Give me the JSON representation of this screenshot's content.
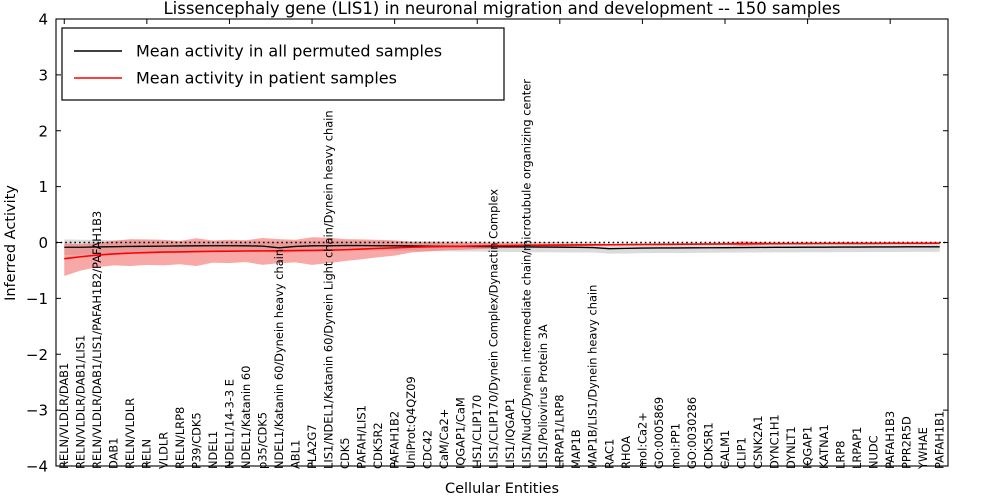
{
  "chart_data": {
    "type": "line",
    "title": "Lissencephaly gene (LIS1) in neuronal migration and development -- 150 samples",
    "xlabel": "Cellular Entities",
    "ylabel": "Inferred Activity",
    "ylim": [
      -4,
      4
    ],
    "yticks": [
      -4,
      -3,
      -2,
      -1,
      0,
      1,
      2,
      3,
      4
    ],
    "ytick_labels": [
      "−4",
      "−3",
      "−2",
      "−1",
      "0",
      "1",
      "2",
      "3",
      "4"
    ],
    "grid": false,
    "legend_position": "upper left",
    "legend": [
      {
        "label": "Mean activity in all permuted samples",
        "color": "#000000"
      },
      {
        "label": "Mean activity in patient samples",
        "color": "#ff0000"
      }
    ],
    "categories": [
      "RELN/VLDLR/DAB1",
      "RELN/VLDLR/DAB1/LIS1",
      "RELN/VLDLR/DAB1/LIS1/PAFAH1B2/PAFAH1B3",
      "DAB1",
      "RELN/VLDLR",
      "RELN",
      "VLDLR",
      "RELN/LRP8",
      "P39/CDK5",
      "NDEL1",
      "NDEL1/14-3-3 E",
      "NDEL1/Katanin 60",
      "p35/CDK5",
      "NDEL1/Katanin 60/Dynein heavy chain",
      "ABL1",
      "PLA2G7",
      "LIS1/NDEL1/Katanin 60/Dynein Light chain/Dynein heavy chain",
      "CDK5",
      "PAFAH/LIS1",
      "CDK5R2",
      "PAFAH1B2",
      "UniProt:Q4QZ09",
      "CDC42",
      "CaM/Ca2+",
      "IQGAP1/CaM",
      "LIS1/CLIP170",
      "LIS1/CLIP170/Dynein Complex/Dynactin Complex",
      "LIS1/IQGAP1",
      "LIS1/NudC/Dynein intermediate chain/microtubule organizing center",
      "LIS1/Poliovirus Protein 3A",
      "LRPAP1/LRP8",
      "MAP1B",
      "MAP1B/LIS1/Dynein heavy chain",
      "RAC1",
      "RHOA",
      "mol:Ca2+",
      "GO:0005869",
      "mol:PP1",
      "GO:0030286",
      "CDK5R1",
      "CALM1",
      "CLIP1",
      "CSNK2A1",
      "DYNC1H1",
      "DYNLT1",
      "IQGAP1",
      "KATNA1",
      "LRP8",
      "LRPAP1",
      "NUDC",
      "PAFAH1B3",
      "PPR2R5D",
      "YWHAE",
      "PAFAH1B1"
    ],
    "series": [
      {
        "name": "Mean activity in all permuted samples",
        "color": "#000000",
        "band_color": "#bdbdbd",
        "values": [
          -0.085,
          -0.085,
          -0.08,
          -0.075,
          -0.07,
          -0.068,
          -0.065,
          -0.062,
          -0.06,
          -0.058,
          -0.058,
          -0.06,
          -0.065,
          -0.095,
          -0.07,
          -0.06,
          -0.058,
          -0.055,
          -0.055,
          -0.058,
          -0.06,
          -0.062,
          -0.065,
          -0.068,
          -0.07,
          -0.072,
          -0.075,
          -0.078,
          -0.08,
          -0.082,
          -0.084,
          -0.086,
          -0.09,
          -0.11,
          -0.105,
          -0.1,
          -0.098,
          -0.098,
          -0.096,
          -0.094,
          -0.092,
          -0.09,
          -0.088,
          -0.086,
          -0.086,
          -0.084,
          -0.084,
          -0.082,
          -0.082,
          -0.08,
          -0.08,
          -0.078,
          -0.078,
          -0.078
        ],
        "band_upper": [
          0.055,
          0.05,
          0.045,
          0.042,
          0.038,
          0.035,
          0.032,
          0.03,
          0.028,
          0.026,
          0.026,
          0.028,
          0.03,
          0.01,
          0.028,
          0.03,
          0.032,
          0.032,
          0.032,
          0.03,
          0.028,
          0.026,
          0.024,
          0.022,
          0.02,
          0.018,
          0.016,
          0.014,
          0.012,
          0.01,
          0.008,
          0.006,
          0.0,
          -0.02,
          -0.014,
          -0.01,
          -0.008,
          -0.008,
          -0.006,
          -0.004,
          -0.002,
          0.0,
          0.002,
          0.004,
          0.004,
          0.006,
          0.006,
          0.008,
          0.008,
          0.01,
          0.01,
          0.012,
          0.012,
          0.012
        ],
        "band_lower": [
          -0.225,
          -0.22,
          -0.205,
          -0.192,
          -0.178,
          -0.171,
          -0.162,
          -0.154,
          -0.148,
          -0.142,
          -0.142,
          -0.148,
          -0.16,
          -0.2,
          -0.168,
          -0.15,
          -0.148,
          -0.142,
          -0.142,
          -0.146,
          -0.148,
          -0.15,
          -0.154,
          -0.158,
          -0.16,
          -0.162,
          -0.166,
          -0.17,
          -0.172,
          -0.174,
          -0.176,
          -0.178,
          -0.18,
          -0.2,
          -0.196,
          -0.19,
          -0.188,
          -0.188,
          -0.186,
          -0.184,
          -0.182,
          -0.18,
          -0.178,
          -0.176,
          -0.176,
          -0.174,
          -0.174,
          -0.172,
          -0.172,
          -0.17,
          -0.17,
          -0.168,
          -0.168,
          -0.168
        ]
      },
      {
        "name": "Mean activity in patient samples",
        "color": "#ff0000",
        "band_color": "#f4726f",
        "values": [
          -0.29,
          -0.255,
          -0.225,
          -0.205,
          -0.19,
          -0.18,
          -0.172,
          -0.168,
          -0.162,
          -0.158,
          -0.155,
          -0.152,
          -0.15,
          -0.148,
          -0.145,
          -0.142,
          -0.138,
          -0.13,
          -0.118,
          -0.105,
          -0.095,
          -0.085,
          -0.078,
          -0.072,
          -0.068,
          -0.062,
          -0.058,
          -0.054,
          -0.05,
          -0.048,
          -0.046,
          -0.044,
          -0.042,
          -0.04,
          -0.038,
          -0.036,
          -0.034,
          -0.032,
          -0.03,
          -0.028,
          -0.026,
          -0.024,
          -0.022,
          -0.021,
          -0.02,
          -0.019,
          -0.018,
          -0.017,
          -0.016,
          -0.016,
          -0.015,
          -0.014,
          -0.014,
          -0.013
        ],
        "band_upper": [
          -0.02,
          -0.03,
          -0.01,
          0.03,
          0.06,
          0.055,
          0.05,
          0.03,
          0.075,
          0.035,
          0.05,
          0.04,
          0.08,
          0.06,
          0.05,
          0.095,
          0.085,
          0.06,
          0.055,
          0.048,
          0.038,
          0.01,
          0.005,
          0.0,
          -0.004,
          -0.008,
          -0.012,
          -0.016,
          -0.02,
          -0.022,
          -0.024,
          -0.026,
          -0.026,
          -0.028,
          -0.028,
          -0.028,
          -0.026,
          -0.026,
          -0.024,
          -0.022,
          -0.02,
          0.02,
          0.01,
          -0.014,
          -0.012,
          -0.012,
          -0.01,
          -0.01,
          -0.01,
          -0.008,
          -0.008,
          -0.008,
          -0.007,
          -0.006
        ],
        "band_lower": [
          -0.6,
          -0.5,
          -0.44,
          -0.41,
          -0.42,
          -0.4,
          -0.41,
          -0.39,
          -0.42,
          -0.36,
          -0.37,
          -0.35,
          -0.4,
          -0.37,
          -0.355,
          -0.4,
          -0.37,
          -0.33,
          -0.3,
          -0.265,
          -0.235,
          -0.18,
          -0.158,
          -0.142,
          -0.132,
          -0.118,
          -0.108,
          -0.098,
          -0.086,
          -0.08,
          -0.074,
          -0.068,
          -0.062,
          -0.056,
          -0.052,
          -0.048,
          -0.044,
          -0.04,
          -0.038,
          -0.034,
          -0.032,
          -0.062,
          -0.05,
          -0.03,
          -0.028,
          -0.026,
          -0.024,
          -0.024,
          -0.022,
          -0.022,
          -0.021,
          -0.02,
          -0.02,
          -0.019
        ]
      }
    ]
  }
}
